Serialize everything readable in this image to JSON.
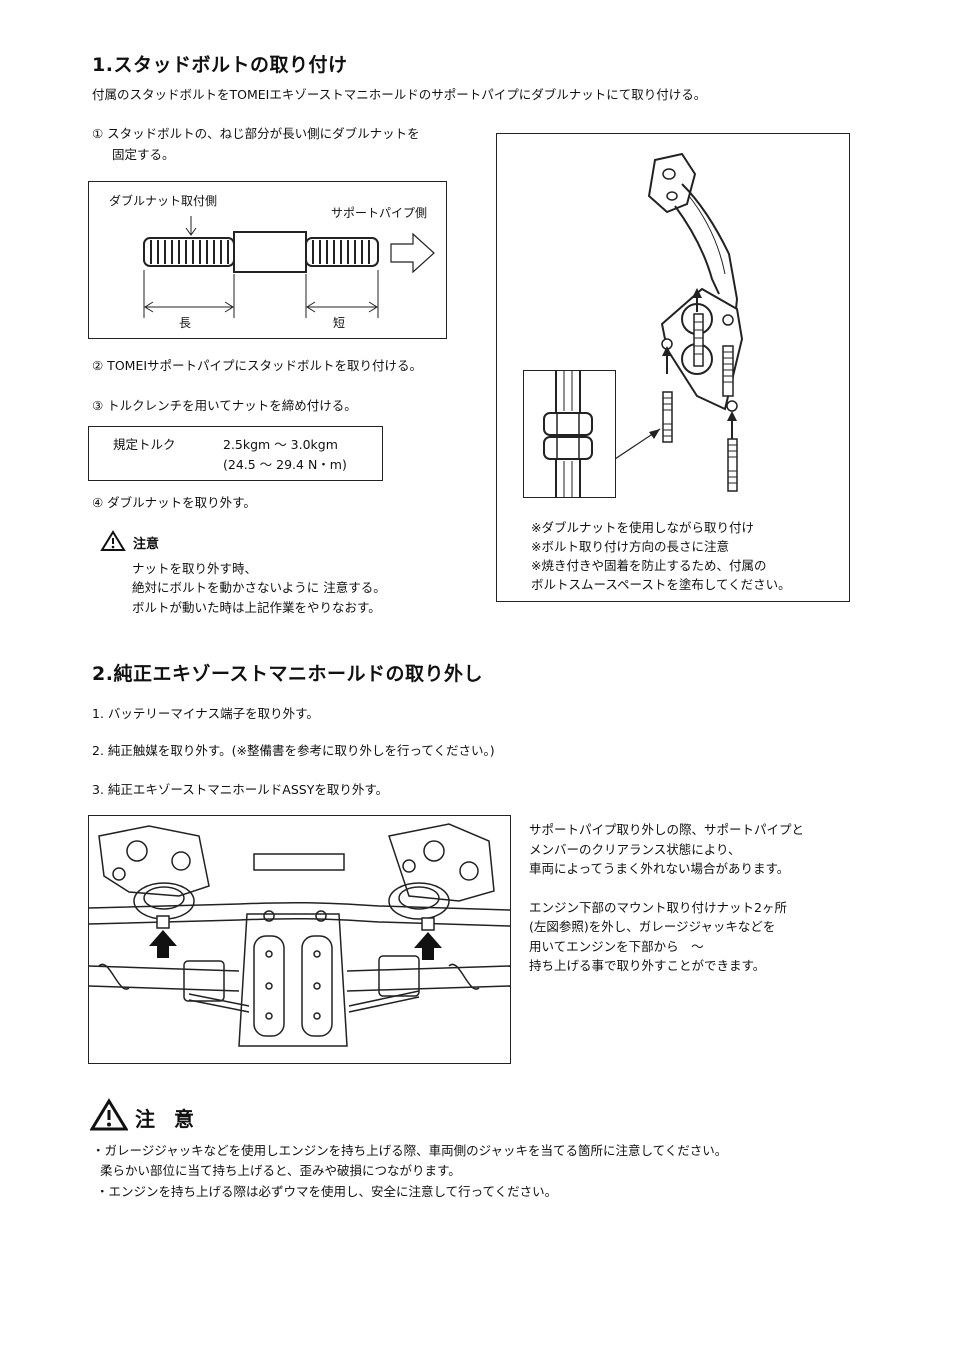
{
  "section1": {
    "title": "1.スタッドボルトの取り付け",
    "intro": "付属のスタッドボルトをTOMEIエキゾーストマニホールドのサポートパイプにダブルナットにて取り付ける。",
    "step1_line1": "① スタッドボルトの、ねじ部分が長い側にダブルナットを",
    "step1_line2": "固定する。",
    "bolt_fig": {
      "label_nut_side": "ダブルナット取付側",
      "label_pipe_side": "サポートパイプ側",
      "label_long": "長",
      "label_short": "短"
    },
    "step2": "② TOMEIサポートパイプにスタッドボルトを取り付ける。",
    "step3": "③ トルクレンチを用いてナットを締め付ける。",
    "torque": {
      "label": "規定トルク",
      "value1": "2.5kgm 〜 3.0kgm",
      "value2": "(24.5 〜 29.4 N・m)"
    },
    "step4": "④ ダブルナットを取り外す。",
    "caution": {
      "title": "注意",
      "line1": "ナットを取り外す時、",
      "line2": "絶対にボルトを動かさないように 注意する。",
      "line3": "ボルトが動いた時は上記作業をやりなおす。"
    },
    "pipe_fig_notes": {
      "line1": "※ダブルナットを使用しながら取り付け",
      "line2": "※ボルト取り付け方向の長さに注意",
      "line3": "※焼き付きや固着を防止するため、付属の",
      "line4": "ボルトスムースペーストを塗布してください。"
    }
  },
  "section2": {
    "title": "2.純正エキゾーストマニホールドの取り外し",
    "step1": "1. バッテリーマイナス端子を取り外す。",
    "step2": "2. 純正触媒を取り外す。(※整備書を参考に取り外しを行ってください。)",
    "step3": "3. 純正エキゾーストマニホールドASSYを取り外す。",
    "side_note": {
      "line1": "サポートパイプ取り外しの際、サポートパイプと",
      "line2": "メンバーのクリアランス状態により、",
      "line3": "車両によってうまく外れない場合があります。",
      "line4": "エンジン下部のマウント取り付けナット2ヶ所",
      "line5": "(左図参照)を外し、ガレージジャッキなどを",
      "line6": "用いてエンジンを下部から　〜",
      "line7": "持ち上げる事で取り外すことができます。"
    }
  },
  "bottom_caution": {
    "title": "注 意",
    "line1": "・ガレージジャッキなどを使用しエンジンを持ち上げる際、車両側のジャッキを当てる箇所に注意してください。",
    "line2": "柔らかい部位に当て持ち上げると、歪みや破損につながります。",
    "line3": "・エンジンを持ち上げる際は必ずウマを使用し、安全に注意して行ってください。"
  }
}
